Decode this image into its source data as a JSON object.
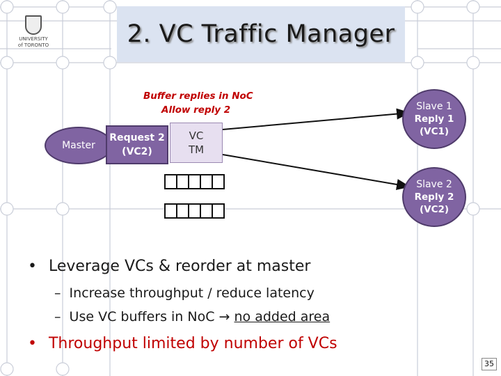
{
  "slide": {
    "title": "2. VC Traffic Manager",
    "page_number": "35"
  },
  "logo": {
    "line1": "UNIVERSITY",
    "line2": "of TORONTO"
  },
  "labels": {
    "buffer_replies": "Buffer replies in NoC",
    "allow_reply": "Allow reply 2"
  },
  "master": {
    "label": "Master"
  },
  "request": {
    "line1": "Request 2",
    "line2": "(VC2)"
  },
  "vc_tm": {
    "line1": "VC",
    "line2": "TM"
  },
  "slave1": {
    "title": "Slave 1",
    "reply": "Reply 1",
    "vc": "(VC1)"
  },
  "slave2": {
    "title": "Slave 2",
    "reply": "Reply 2",
    "vc": "(VC2)"
  },
  "bullets": {
    "b1": "Leverage VCs & reorder at master",
    "b1_sub1": "Increase throughput / reduce latency",
    "b1_sub2_prefix": "Use VC buffers in NoC",
    "b1_sub2_suffix": "no added area",
    "b2": "Throughput limited by number of VCs"
  },
  "colors": {
    "accent_purple": "#8064a2",
    "title_bg": "#dbe3f1",
    "highlight_red": "#c00000"
  }
}
